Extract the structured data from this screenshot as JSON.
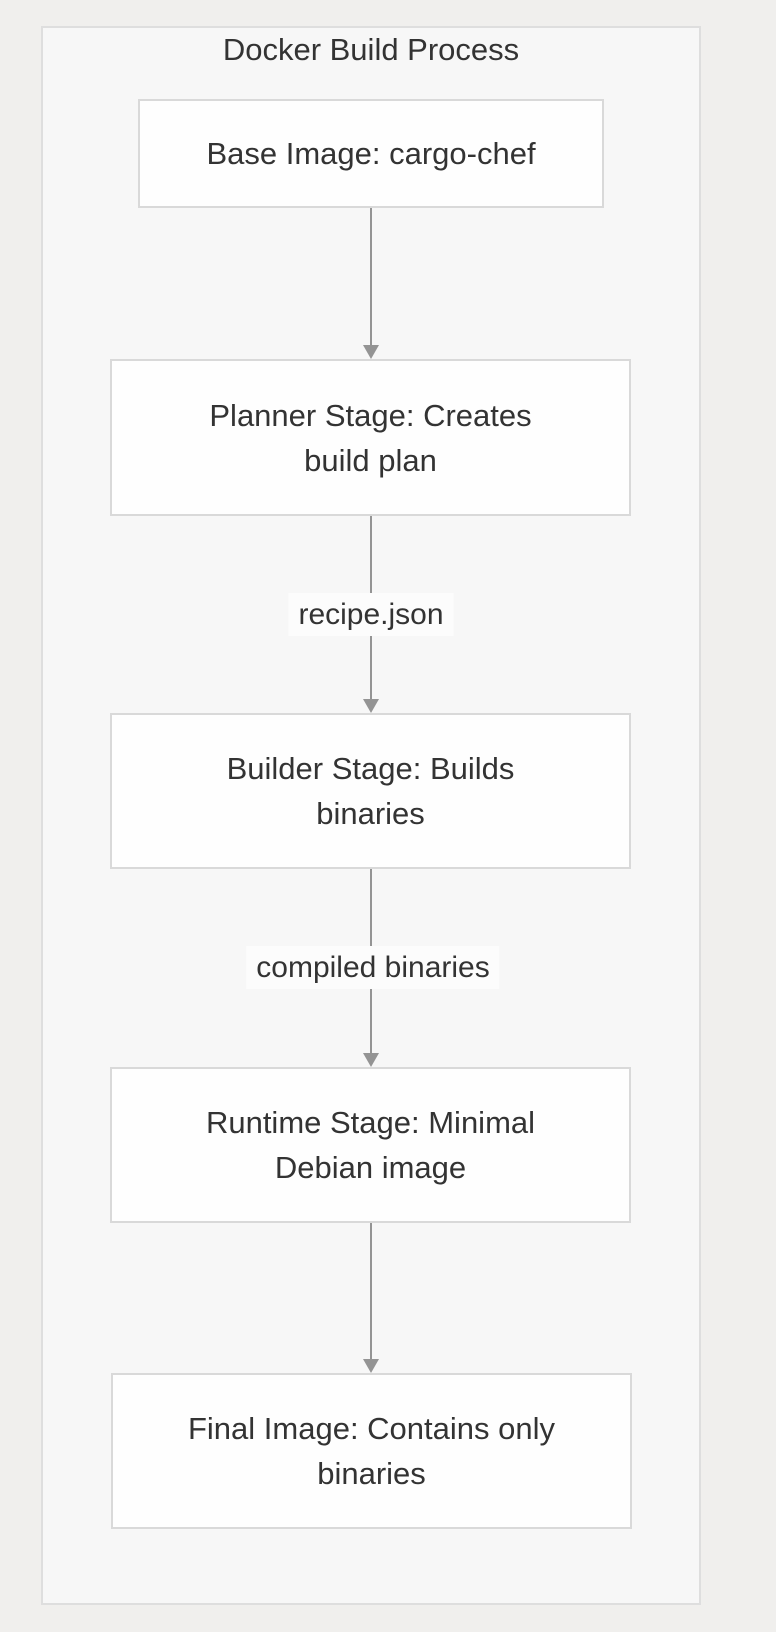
{
  "diagram": {
    "title": "Docker Build Process",
    "type": "flowchart",
    "direction": "top-down",
    "colors": {
      "page_bg": "#f0efed",
      "container_bg": "#f7f7f7",
      "container_border": "#dedede",
      "node_bg": "#fefefe",
      "node_border": "#d9d9d9",
      "edge": "#949494",
      "text": "#333333",
      "edge_label_bg": "#fcfcfc"
    },
    "nodes": [
      {
        "id": "base",
        "label": "Base Image: cargo-chef",
        "lines": [
          "Base Image: cargo-chef"
        ]
      },
      {
        "id": "planner",
        "label": "Planner Stage: Creates build plan",
        "lines": [
          "Planner Stage: Creates",
          "build plan"
        ]
      },
      {
        "id": "builder",
        "label": "Builder Stage: Builds binaries",
        "lines": [
          "Builder Stage: Builds",
          "binaries"
        ]
      },
      {
        "id": "runtime",
        "label": "Runtime Stage: Minimal Debian image",
        "lines": [
          "Runtime Stage: Minimal",
          "Debian image"
        ]
      },
      {
        "id": "final",
        "label": "Final Image: Contains only binaries",
        "lines": [
          "Final Image: Contains only",
          "binaries"
        ]
      }
    ],
    "edges": [
      {
        "from": "base",
        "to": "planner",
        "label": ""
      },
      {
        "from": "planner",
        "to": "builder",
        "label": "recipe.json"
      },
      {
        "from": "builder",
        "to": "runtime",
        "label": "compiled binaries"
      },
      {
        "from": "runtime",
        "to": "final",
        "label": ""
      }
    ]
  }
}
